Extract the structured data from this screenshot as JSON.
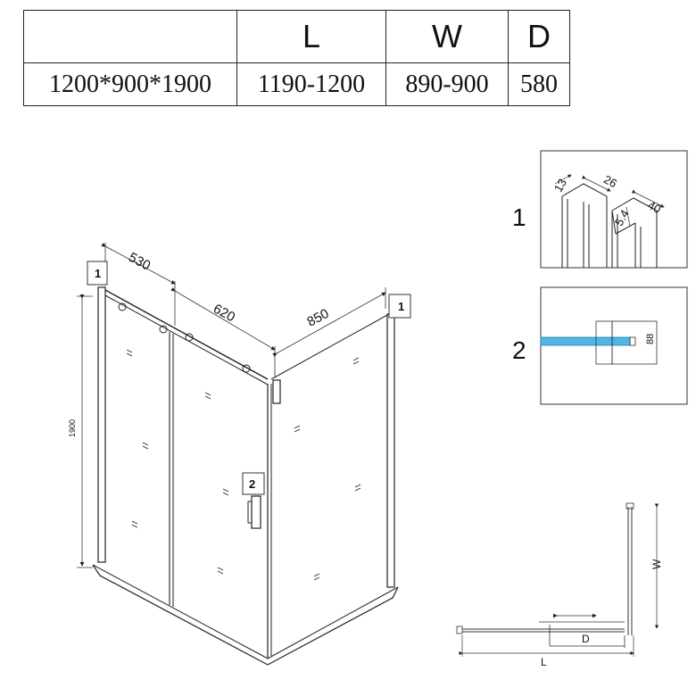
{
  "table": {
    "headers": [
      "",
      "L",
      "W",
      "D"
    ],
    "row": [
      "1200*900*1900",
      "1190-1200",
      "890-900",
      "580"
    ]
  },
  "dims": {
    "d530": "530",
    "d620": "620",
    "d850": "850",
    "d1900": "1900"
  },
  "callouts": {
    "c1": "1",
    "c2": "2"
  },
  "detail1": {
    "label": "1",
    "dims": [
      "13",
      "26",
      "40",
      "5.4"
    ]
  },
  "detail2": {
    "label": "2",
    "dim": "88"
  },
  "plan": {
    "W": "W",
    "D": "D",
    "L": "L"
  }
}
